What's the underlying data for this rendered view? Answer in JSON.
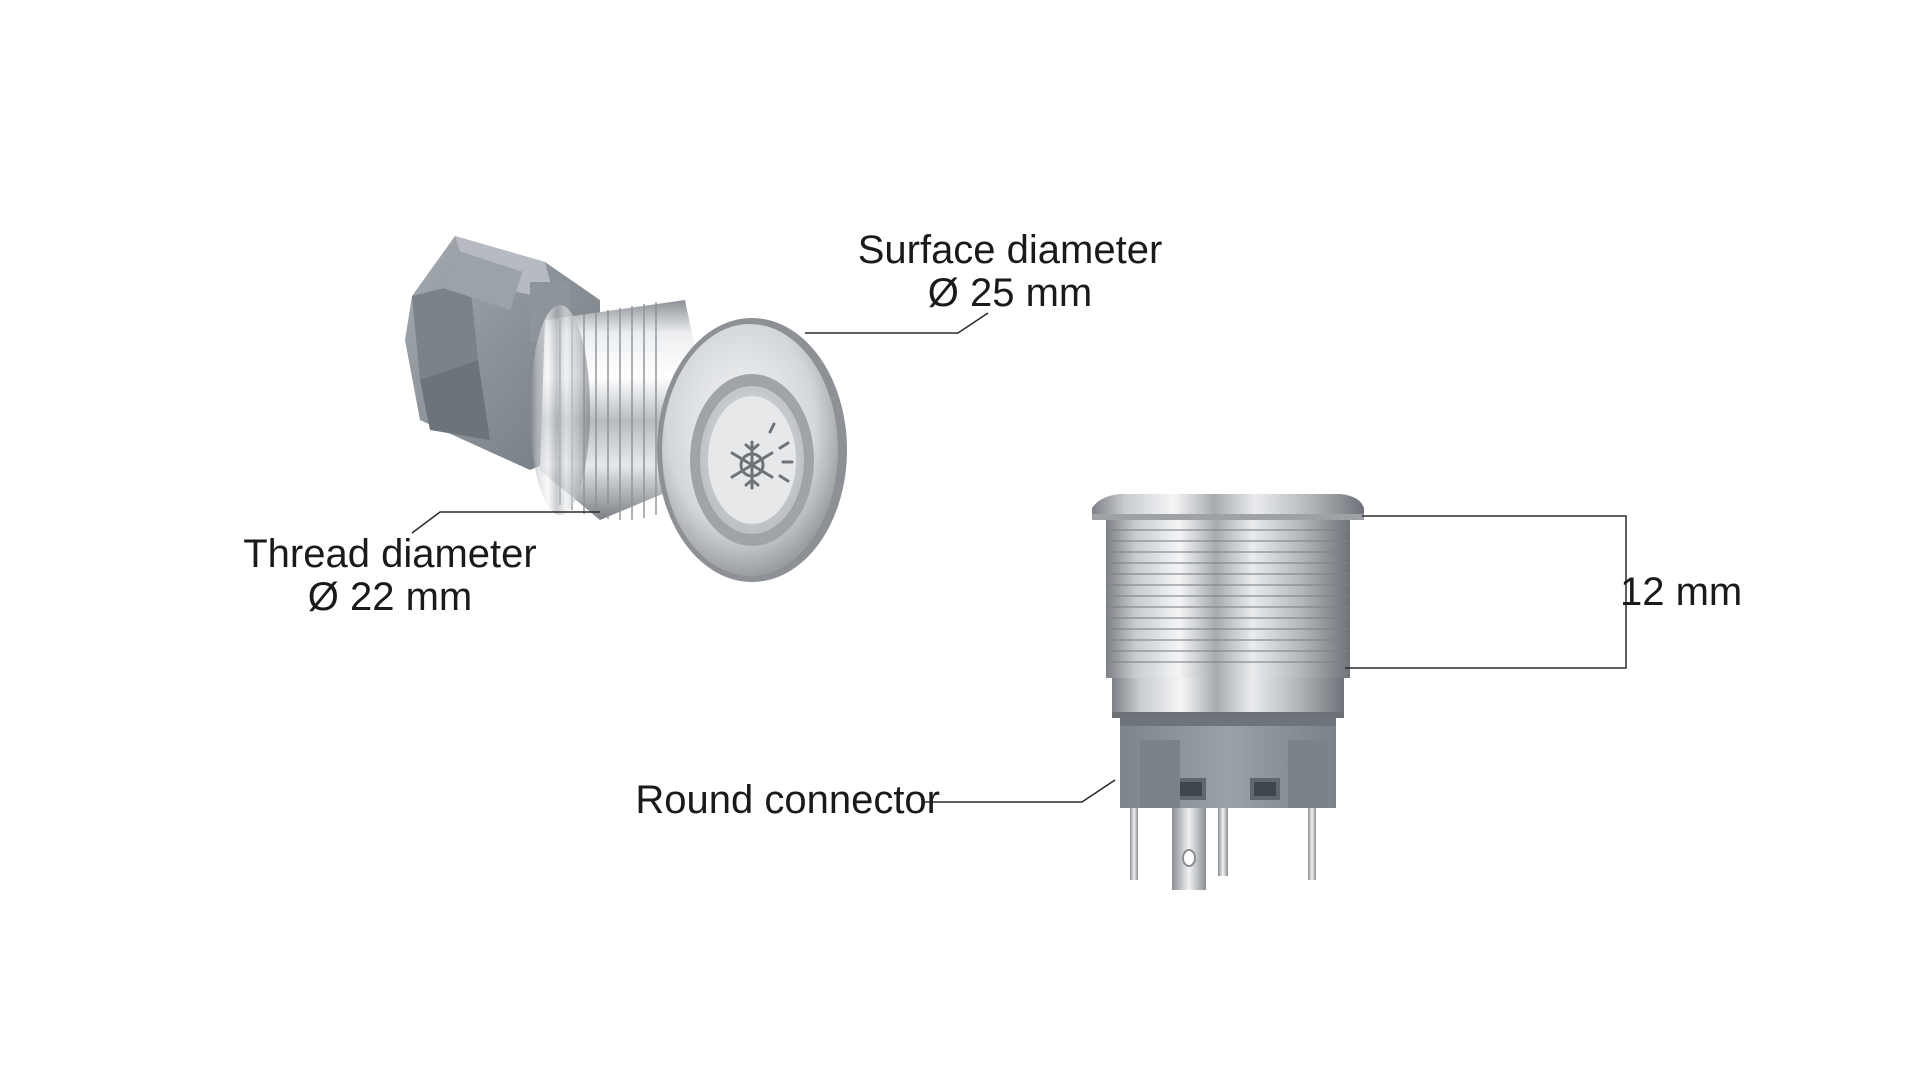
{
  "labels": {
    "surface": {
      "title": "Surface diameter",
      "value": "Ø 25 mm"
    },
    "thread": {
      "title": "Thread diameter",
      "value": "Ø 22 mm"
    },
    "height": {
      "value": "12 mm"
    },
    "connector": {
      "title": "Round connector"
    }
  },
  "colors": {
    "background": "#ffffff",
    "text": "#1a1a1a",
    "leader_line": "#2a2a2a",
    "steel": "#c9ccd0",
    "housing": "#8f969c"
  },
  "icons": {
    "front_symbol": "snowflake-sun-icon"
  }
}
